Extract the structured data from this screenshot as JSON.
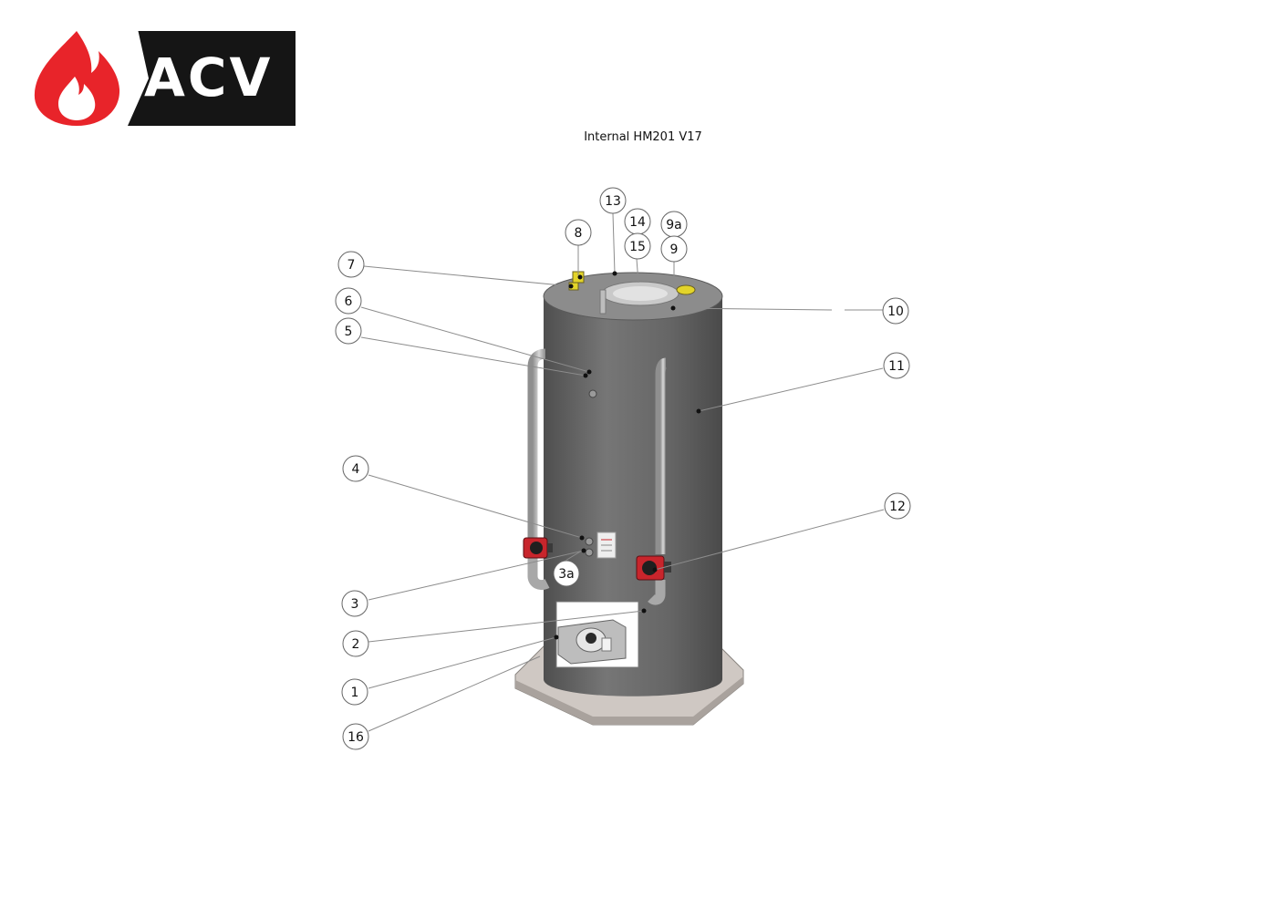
{
  "logo": {
    "brand_text": "ACV",
    "colors": {
      "flame": "#e8242a",
      "bar": "#151515",
      "text": "#ffffff"
    }
  },
  "title": "Internal HM201 V17",
  "colors": {
    "tank_body": "#6b6b6b",
    "tank_top": "#8a8a8a",
    "base": "#c9c2bd",
    "pump": "#c8252c",
    "valve": "#e3d42a",
    "pipe": "#b0b0b0",
    "leader": "#8c8c8c"
  },
  "callouts": [
    "13",
    "14",
    "9a",
    "8",
    "15",
    "9",
    "7",
    "10",
    "6",
    "5",
    "11",
    "4",
    "12",
    "3a",
    "3",
    "2",
    "1",
    "16"
  ]
}
